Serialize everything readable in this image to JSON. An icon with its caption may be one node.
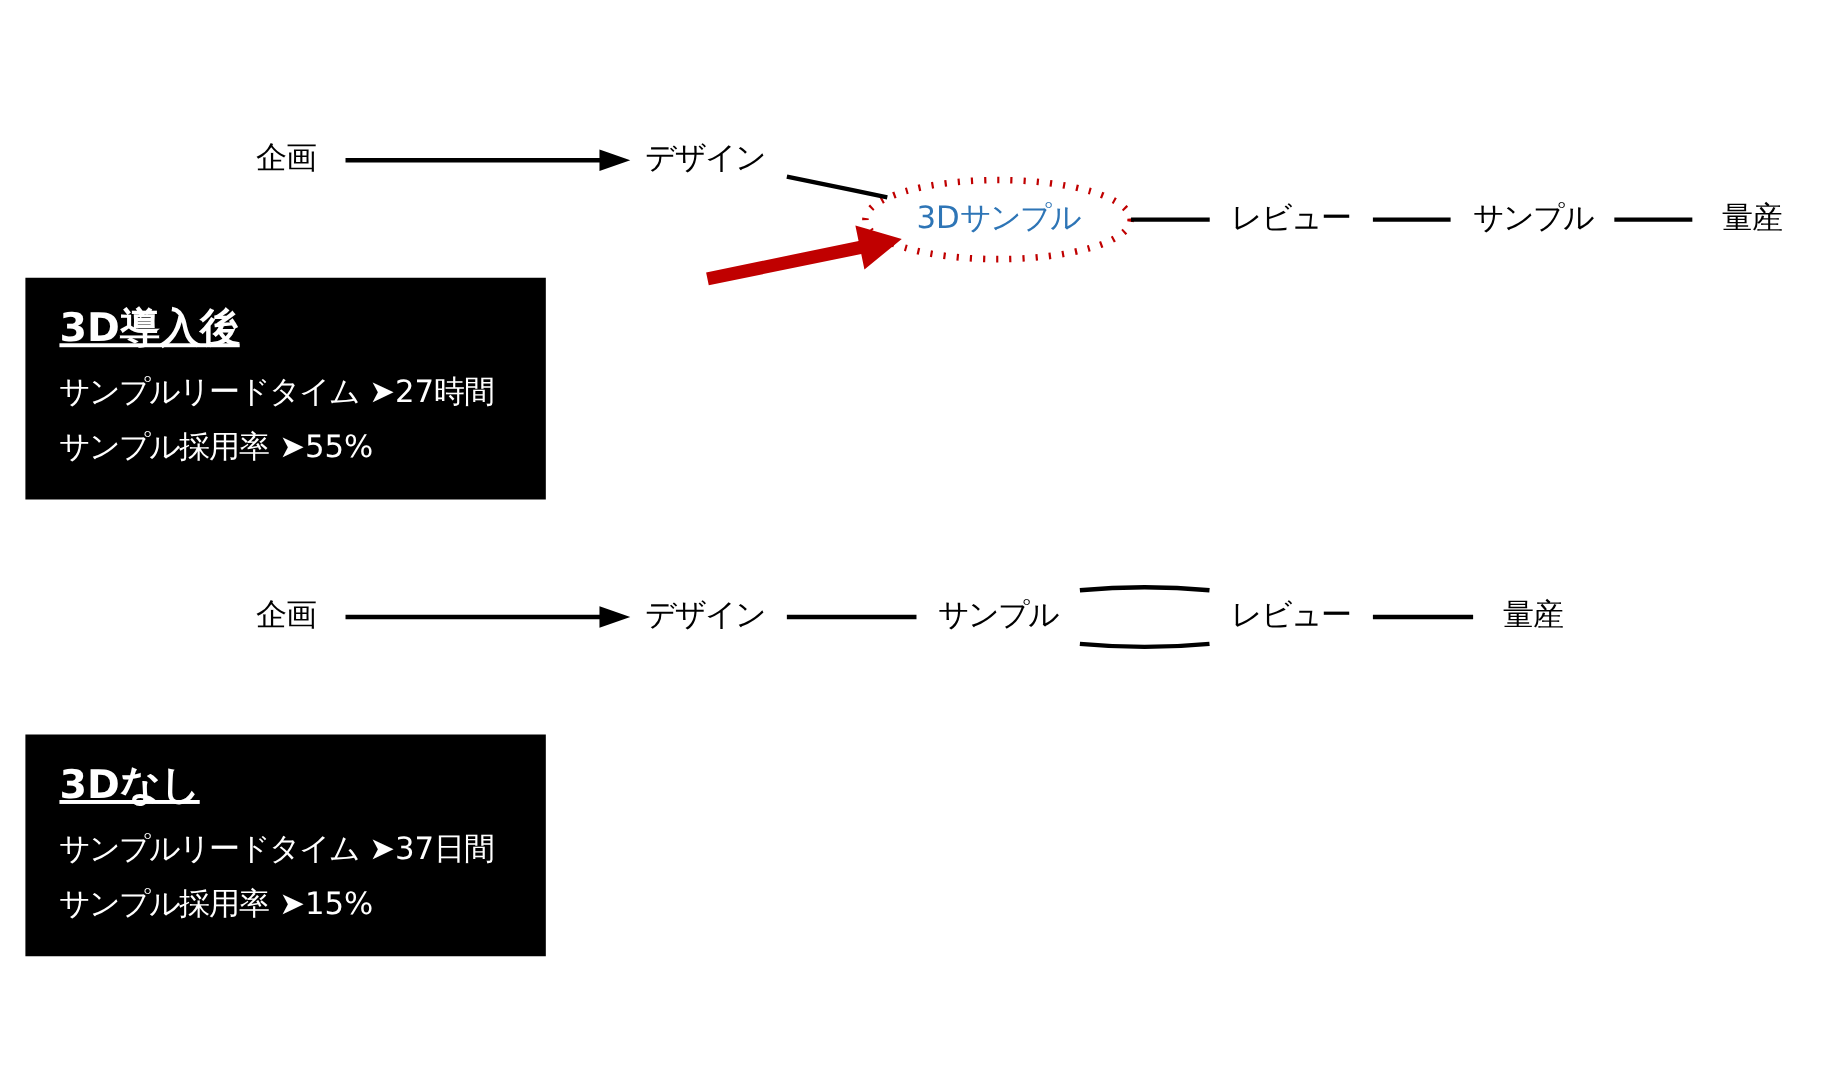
{
  "diagram": {
    "nodes": [
      {
        "text": [
          "3Dなし",
          "サンプルリードタイム ➤37日間",
          "サンプル採用率 ➤15%"
        ]
      },
      {
        "text": [
          "企画"
        ]
      },
      {
        "text": [
          "デザイン"
        ]
      },
      {
        "text": [
          "サンプル"
        ]
      },
      {
        "text": [
          "レビュー"
        ]
      },
      {
        "text": [
          "量産"
        ]
      },
      {
        "text": [
          "3D導入後",
          "サンプルリードタイム ➤27時間",
          "サンプル採用率 ➤55%"
        ]
      },
      {
        "text": [
          "企画"
        ]
      },
      {
        "text": [
          "デザイン"
        ]
      },
      {
        "text": [
          "3Dサンプル"
        ]
      },
      {
        "text": [
          "レビュー"
        ]
      },
      {
        "text": [
          "サンプル"
        ]
      },
      {
        "text": [
          "量産"
        ]
      }
    ],
    "edges": [
      {
        "from": 1,
        "to": 2,
        "arrow": "to"
      },
      {
        "from": 2,
        "to": 3,
        "arrow": "none"
      },
      {
        "from": 3,
        "to": 4,
        "arrow": "none"
      },
      {
        "from": 3,
        "to": 4,
        "arrow": "none"
      },
      {
        "from": 4,
        "to": 5,
        "arrow": "none"
      },
      {
        "from": 7,
        "to": 8,
        "arrow": "to"
      },
      {
        "from": 8,
        "to": 9,
        "arrow": "none"
      },
      {
        "from": 9,
        "to": 10,
        "arrow": "none"
      },
      {
        "from": 10,
        "to": 11,
        "arrow": "none"
      },
      {
        "from": 11,
        "to": 12,
        "arrow": "none"
      },
      {
        "from": null,
        "to": 9,
        "arrow": "to",
        "style": "thick",
        "color": "#c00000"
      }
    ]
  }
}
